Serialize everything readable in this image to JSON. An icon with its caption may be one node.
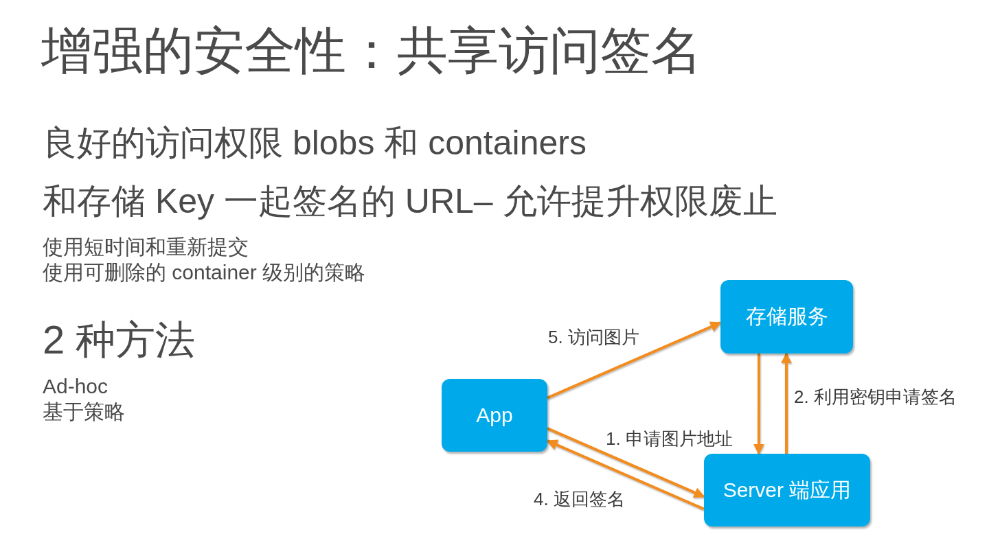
{
  "diagram": {
    "title": "增强的安全性：共享访问签名",
    "nodes": [
      {
        "text": [
          "存储服务"
        ]
      },
      {
        "text": [
          "App"
        ]
      },
      {
        "text": [
          "Server 端应用"
        ]
      }
    ],
    "edges": [
      {
        "from": 1,
        "to": 0,
        "arrow": "to",
        "label": "5. 访问图片"
      },
      {
        "from": 0,
        "to": 2,
        "arrow": "to"
      },
      {
        "from": 2,
        "to": 0,
        "arrow": "to",
        "label": "2. 利用密钥申请签名"
      },
      {
        "from": 1,
        "to": 2,
        "arrow": "to",
        "label": "1. 申请图片地址"
      },
      {
        "from": 2,
        "to": 1,
        "arrow": "to",
        "label": "4. 返回签名"
      }
    ],
    "labels": [
      "良好的访问权限 blobs 和 containers",
      "和存储 Key 一起签名的 URL– 允许提升权限废止",
      "使用短时间和重新提交",
      "使用可删除的 container 级别的策略",
      "2 种方法",
      "Ad-hoc",
      "基于策略"
    ]
  }
}
